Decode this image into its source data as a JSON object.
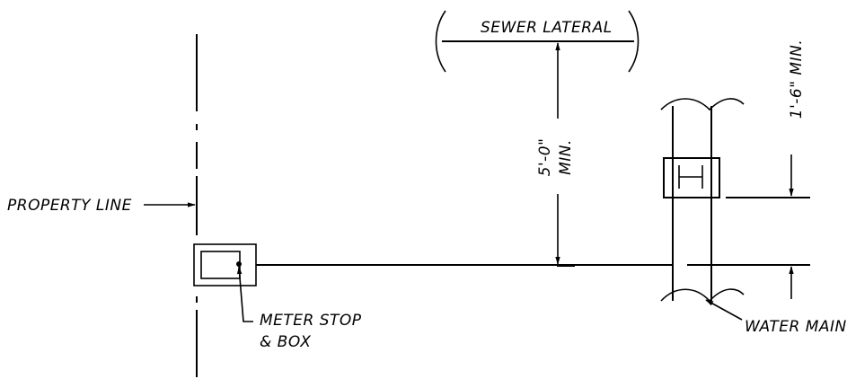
{
  "labels": {
    "sewer_lateral": "SEWER LATERAL",
    "sewer_clearance_ft": "5'-0\"",
    "sewer_clearance_min": "MIN.",
    "vertical_clearance": "1'-6\" MIN.",
    "property_line": "PROPERTY LINE",
    "meter_stop_line1": "METER STOP",
    "meter_stop_line2": "& BOX",
    "water_main": "WATER MAIN"
  }
}
